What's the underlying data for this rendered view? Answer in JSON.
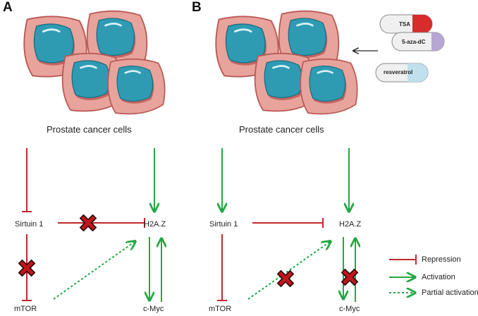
{
  "panels": {
    "a": {
      "letter": "A",
      "caption": "Prostate cancer cells",
      "nodes": {
        "sirtuin": "Sirtuin 1",
        "h2az": "H2A.Z",
        "mtor": "mTOR",
        "cmyc": "c-Myc"
      }
    },
    "b": {
      "letter": "B",
      "caption": "Prostate cancer cells",
      "nodes": {
        "sirtuin": "Sirtuin 1",
        "h2az": "H2A.Z",
        "mtor": "mTOR",
        "cmyc": "c-Myc"
      },
      "drugs": {
        "tsa": "TSA",
        "aza": "5-aza-dC",
        "resveratrol": "resveratrol"
      }
    }
  },
  "legend": {
    "repression": "Repression",
    "activation": "Activation",
    "partial": "Partial activation"
  },
  "colors": {
    "repression": "#c0282d",
    "activation": "#22a844",
    "block_mark": "#c0161c",
    "cell_fill": "#e8a39d",
    "cell_edge": "#b95a55",
    "nucleus_fill": "#2f9bb3",
    "pill_tsa": "#d92b2b",
    "pill_aza": "#b7a6d4",
    "pill_resv": "#bfe0ec"
  }
}
